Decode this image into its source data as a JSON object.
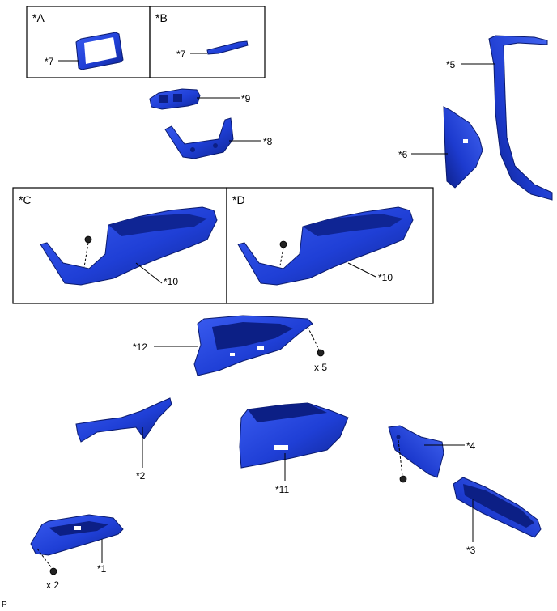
{
  "view_boxes": {
    "A": "*A",
    "B": "*B",
    "C": "*C",
    "D": "*D"
  },
  "callouts": {
    "c1": "*1",
    "c2": "*2",
    "c3": "*3",
    "c4": "*4",
    "c5": "*5",
    "c6": "*6",
    "c7a": "*7",
    "c7b": "*7",
    "c8": "*8",
    "c9": "*9",
    "c10c": "*10",
    "c10d": "*10",
    "c11": "*11",
    "c12": "*12"
  },
  "quantities": {
    "q12": "x 5",
    "q1": "x 2"
  },
  "footer_code": "P",
  "colors": {
    "part_fill": "#1f3fd6",
    "part_dark": "#102a9a",
    "part_light": "#3a5cf0"
  }
}
